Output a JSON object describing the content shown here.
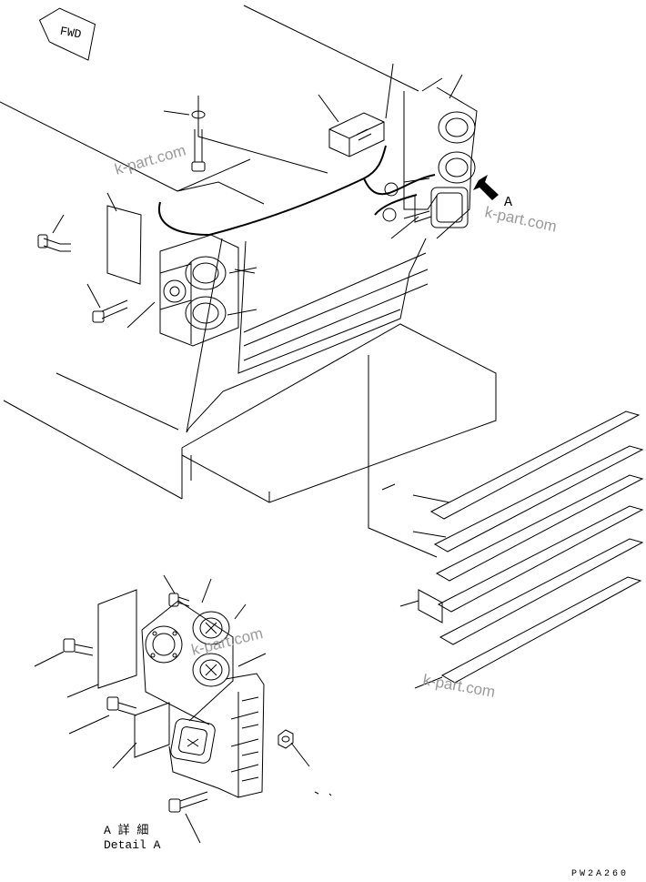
{
  "fwd_label": "FWD",
  "view_label": "A",
  "detail_title_jp": "A 詳 細",
  "detail_title_en": "Detail A",
  "drawing_code": "PW2A260",
  "watermarks": [
    "k-part.com",
    "k-part.com",
    "k-part.com",
    "k-part.com"
  ]
}
